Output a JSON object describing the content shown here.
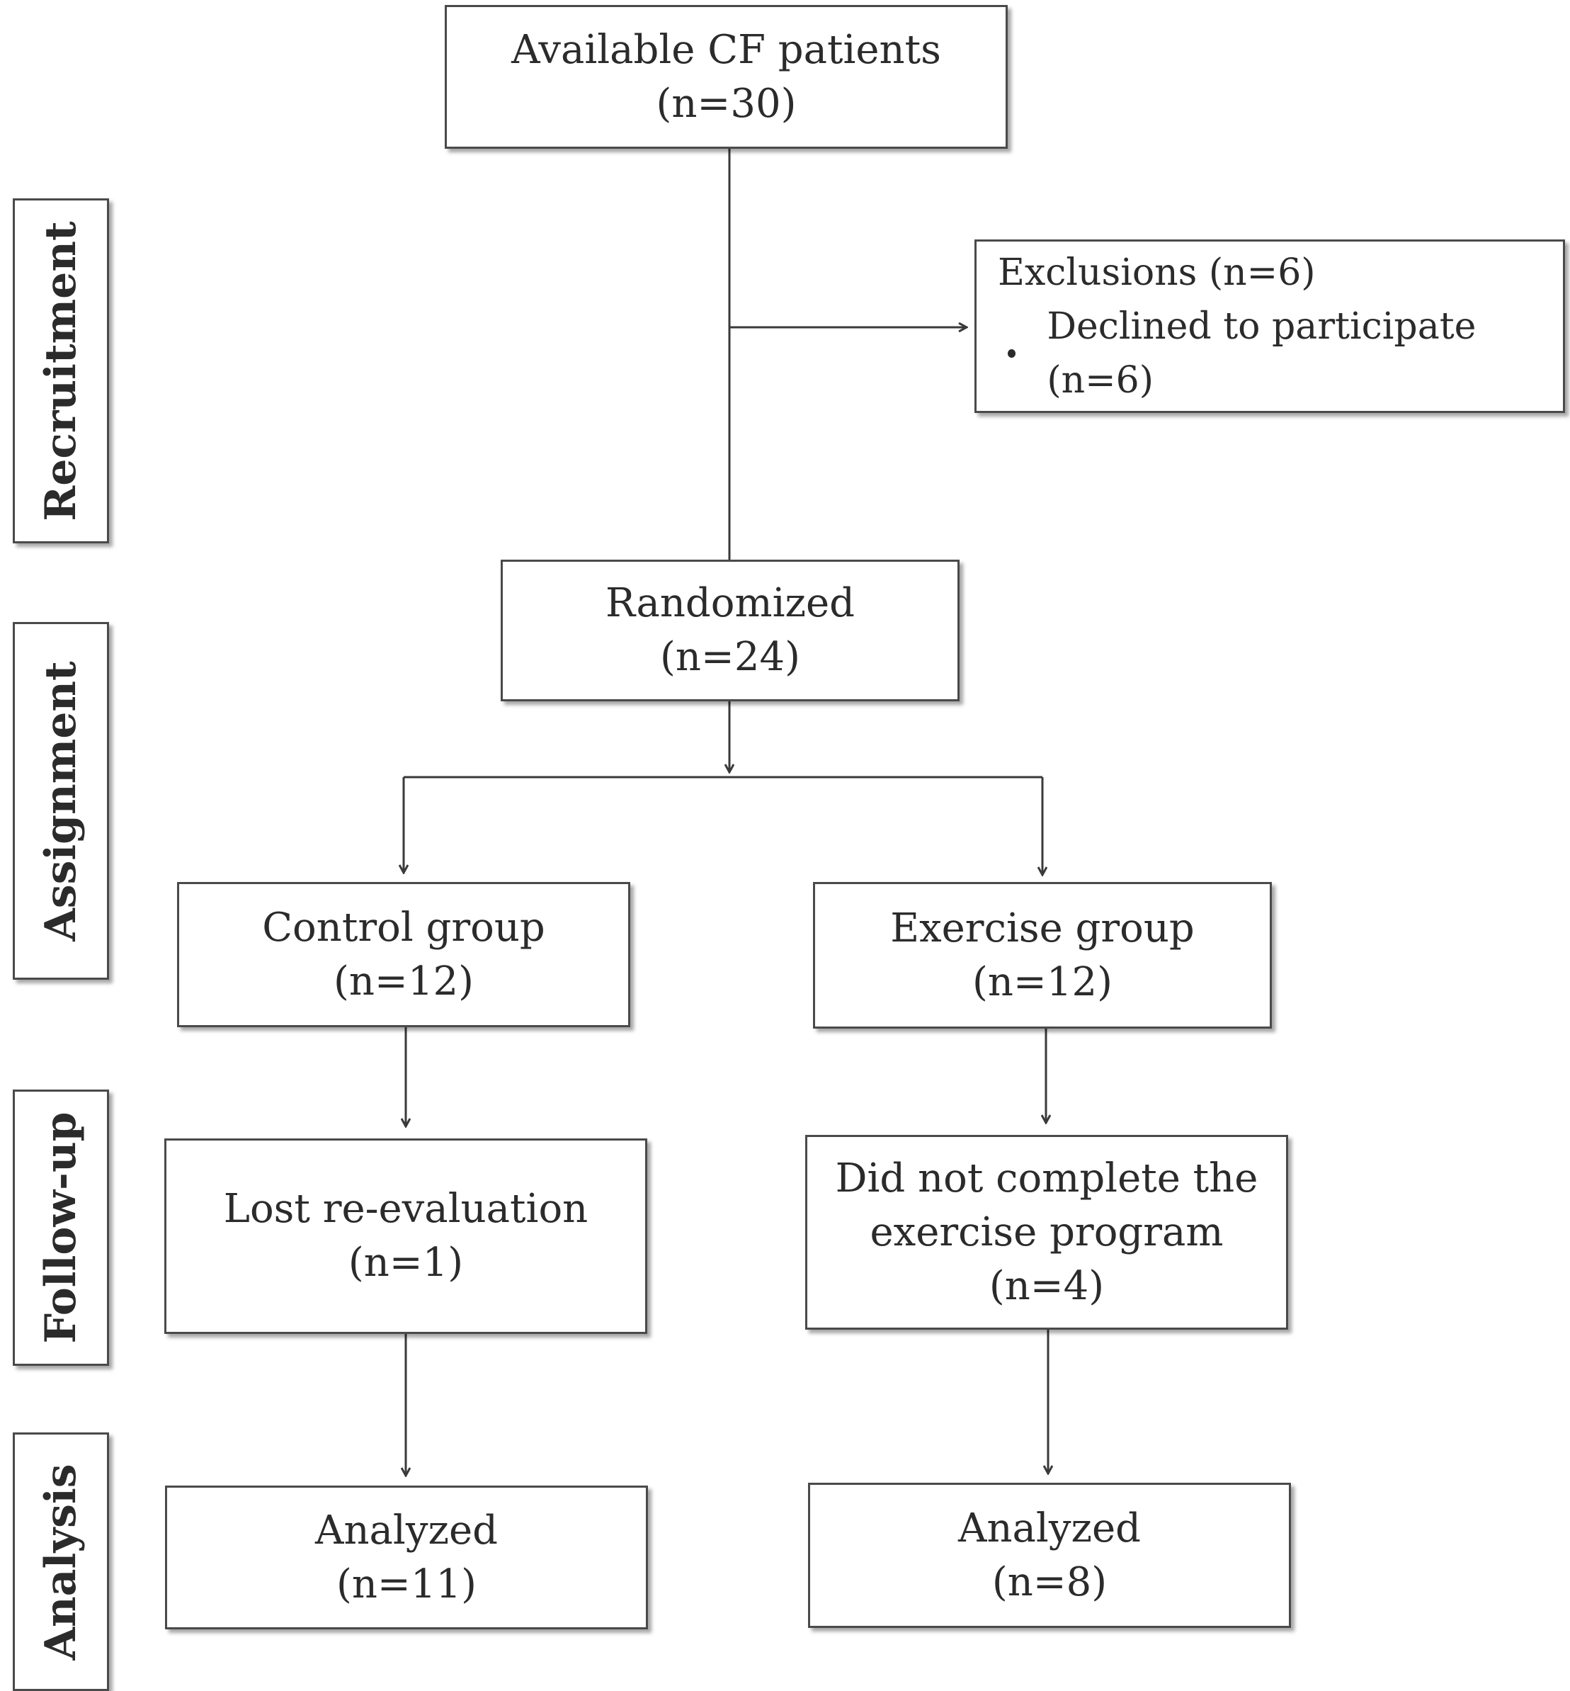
{
  "stages": {
    "recruitment": "Recruitment",
    "assignment": "Assignment",
    "followup": "Follow-up",
    "analysis": "Analysis"
  },
  "nodes": {
    "available": {
      "title": "Available CF patients",
      "n": "(n=30)"
    },
    "exclusions": {
      "title": "Exclusions (n=6)",
      "item": "Declined to participate (n=6)"
    },
    "randomized": {
      "title": "Randomized",
      "n": "(n=24)"
    },
    "control": {
      "title": "Control group",
      "n": "(n=12)"
    },
    "exercise": {
      "title": "Exercise group",
      "n": "(n=12)"
    },
    "lost": {
      "title": "Lost re-evaluation",
      "n": "(n=1)"
    },
    "incomplete": {
      "line1": "Did not complete the",
      "line2": "exercise program",
      "n": "(n=4)"
    },
    "analyzed_control": {
      "title": "Analyzed",
      "n": "(n=11)"
    },
    "analyzed_exercise": {
      "title": "Analyzed",
      "n": "(n=8)"
    }
  }
}
